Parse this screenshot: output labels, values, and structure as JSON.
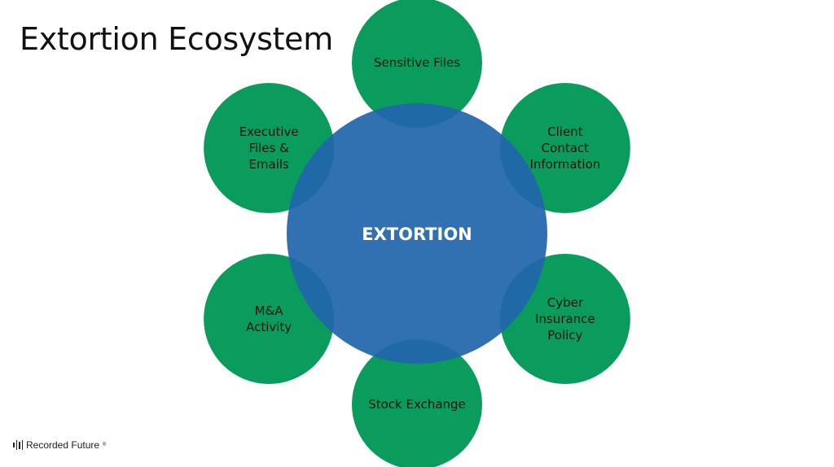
{
  "title": "Extortion Ecosystem",
  "center": {
    "label": "EXTORTION",
    "color": "#2166ac"
  },
  "node_color": "#0a9c5c",
  "nodes": [
    {
      "id": "sensitive-files",
      "lines": [
        "Sensitive Files"
      ]
    },
    {
      "id": "client-contact-information",
      "lines": [
        "Client",
        "Contact",
        "Information"
      ]
    },
    {
      "id": "cyber-insurance-policy",
      "lines": [
        "Cyber",
        "Insurance",
        "Policy"
      ]
    },
    {
      "id": "stock-exchange",
      "lines": [
        "Stock Exchange"
      ]
    },
    {
      "id": "ma-activity",
      "lines": [
        "M&A",
        "Activity"
      ]
    },
    {
      "id": "executive-files-emails",
      "lines": [
        "Executive",
        "Files &",
        "Emails"
      ]
    }
  ],
  "logo": {
    "text": "Recorded Future",
    "mark": "®"
  }
}
